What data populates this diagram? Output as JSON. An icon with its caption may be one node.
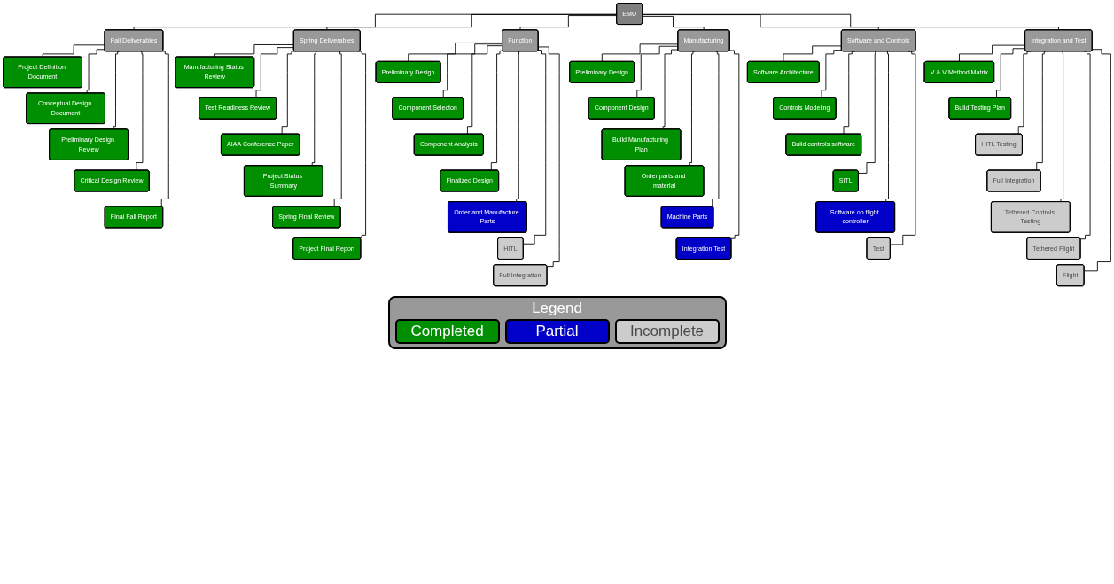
{
  "diagram": {
    "nodes": [
      {
        "text": [
          "EMU"
        ]
      },
      {
        "text": [
          "Fall Deliverables"
        ]
      },
      {
        "text": [
          "Project Definition Document"
        ]
      },
      {
        "text": [
          "Conceptual Design Document"
        ]
      },
      {
        "text": [
          "Preliminary Design Review"
        ]
      },
      {
        "text": [
          "Critical Design Review"
        ]
      },
      {
        "text": [
          "Final Fall Report"
        ]
      },
      {
        "text": [
          "Spring Deliverables"
        ]
      },
      {
        "text": [
          "Manufacturing Status Review"
        ]
      },
      {
        "text": [
          "Test Readiness Review"
        ]
      },
      {
        "text": [
          "AIAA Conference Paper"
        ]
      },
      {
        "text": [
          "Project Status Summary"
        ]
      },
      {
        "text": [
          "Spring Final Review"
        ]
      },
      {
        "text": [
          "Project Final Report"
        ]
      },
      {
        "text": [
          "Function"
        ]
      },
      {
        "text": [
          "Preliminary Design"
        ]
      },
      {
        "text": [
          "Component Selecton"
        ]
      },
      {
        "text": [
          "Component Analysis"
        ]
      },
      {
        "text": [
          "Finalized Design"
        ]
      },
      {
        "text": [
          "Order and Manufacture Parts"
        ]
      },
      {
        "text": [
          "HITL"
        ]
      },
      {
        "text": [
          "Full Integration"
        ]
      },
      {
        "text": [
          "Manufacturing"
        ]
      },
      {
        "text": [
          "Preliminary Design"
        ]
      },
      {
        "text": [
          "Component Design"
        ]
      },
      {
        "text": [
          "Build Manufacturing Plan"
        ]
      },
      {
        "text": [
          "Order parts and material"
        ]
      },
      {
        "text": [
          "Machine Parts"
        ]
      },
      {
        "text": [
          "Integration Test"
        ]
      },
      {
        "text": [
          "Software and Controls"
        ]
      },
      {
        "text": [
          "Software Architecture"
        ]
      },
      {
        "text": [
          "Controls Modeling"
        ]
      },
      {
        "text": [
          "Build controls software"
        ]
      },
      {
        "text": [
          "SITL"
        ]
      },
      {
        "text": [
          "Software on flight controller"
        ]
      },
      {
        "text": [
          "Test"
        ]
      },
      {
        "text": [
          "Integration and Test"
        ]
      },
      {
        "text": [
          "V & V Method Matrix"
        ]
      },
      {
        "text": [
          "Build Testing Plan"
        ]
      },
      {
        "text": [
          "HITL Testing"
        ]
      },
      {
        "text": [
          "Full Integration"
        ]
      },
      {
        "text": [
          "Tethered Controls Testing"
        ]
      },
      {
        "text": [
          "Tethered Flight"
        ]
      },
      {
        "text": [
          "Flight"
        ]
      }
    ],
    "edges": [
      {
        "from": 0,
        "to": 1,
        "arrow": "none"
      },
      {
        "from": 0,
        "to": 7,
        "arrow": "none"
      },
      {
        "from": 0,
        "to": 14,
        "arrow": "none"
      },
      {
        "from": 0,
        "to": 22,
        "arrow": "none"
      },
      {
        "from": 0,
        "to": 29,
        "arrow": "none"
      },
      {
        "from": 0,
        "to": 36,
        "arrow": "none"
      },
      {
        "from": 1,
        "to": 2,
        "arrow": "none"
      },
      {
        "from": 1,
        "to": 3,
        "arrow": "none"
      },
      {
        "from": 1,
        "to": 4,
        "arrow": "none"
      },
      {
        "from": 1,
        "to": 5,
        "arrow": "none"
      },
      {
        "from": 1,
        "to": 6,
        "arrow": "none"
      },
      {
        "from": 7,
        "to": 8,
        "arrow": "none"
      },
      {
        "from": 7,
        "to": 9,
        "arrow": "none"
      },
      {
        "from": 7,
        "to": 10,
        "arrow": "none"
      },
      {
        "from": 7,
        "to": 11,
        "arrow": "none"
      },
      {
        "from": 7,
        "to": 12,
        "arrow": "none"
      },
      {
        "from": 7,
        "to": 13,
        "arrow": "none"
      },
      {
        "from": 14,
        "to": 15,
        "arrow": "none"
      },
      {
        "from": 14,
        "to": 16,
        "arrow": "none"
      },
      {
        "from": 14,
        "to": 17,
        "arrow": "none"
      },
      {
        "from": 14,
        "to": 18,
        "arrow": "none"
      },
      {
        "from": 14,
        "to": 19,
        "arrow": "none"
      },
      {
        "from": 14,
        "to": 20,
        "arrow": "none"
      },
      {
        "from": 14,
        "to": 21,
        "arrow": "none"
      },
      {
        "from": 22,
        "to": 23,
        "arrow": "none"
      },
      {
        "from": 22,
        "to": 24,
        "arrow": "none"
      },
      {
        "from": 22,
        "to": 25,
        "arrow": "none"
      },
      {
        "from": 22,
        "to": 26,
        "arrow": "none"
      },
      {
        "from": 22,
        "to": 27,
        "arrow": "none"
      },
      {
        "from": 22,
        "to": 28,
        "arrow": "none"
      },
      {
        "from": 29,
        "to": 30,
        "arrow": "none"
      },
      {
        "from": 29,
        "to": 31,
        "arrow": "none"
      },
      {
        "from": 29,
        "to": 32,
        "arrow": "none"
      },
      {
        "from": 29,
        "to": 33,
        "arrow": "none"
      },
      {
        "from": 29,
        "to": 34,
        "arrow": "none"
      },
      {
        "from": 29,
        "to": 35,
        "arrow": "none"
      },
      {
        "from": 36,
        "to": 37,
        "arrow": "none"
      },
      {
        "from": 36,
        "to": 38,
        "arrow": "none"
      },
      {
        "from": 36,
        "to": 39,
        "arrow": "none"
      },
      {
        "from": 36,
        "to": 40,
        "arrow": "none"
      },
      {
        "from": 36,
        "to": 41,
        "arrow": "none"
      },
      {
        "from": 36,
        "to": 42,
        "arrow": "none"
      },
      {
        "from": 36,
        "to": 43,
        "arrow": "none"
      }
    ],
    "labels": [
      "Legend"
    ],
    "legend": [
      {
        "text": "Completed",
        "color": "#008f00"
      },
      {
        "text": "Partial",
        "color": "#0000c8"
      },
      {
        "text": "Incomplete",
        "color": "#cccccc"
      }
    ]
  }
}
